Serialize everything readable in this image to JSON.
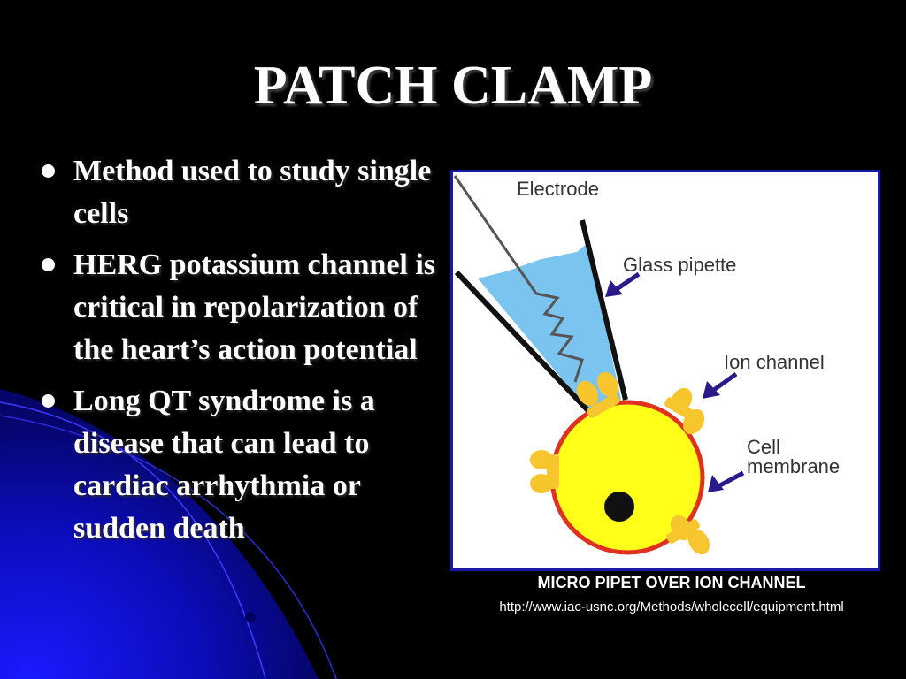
{
  "slide": {
    "title": "PATCH CLAMP",
    "bullets": [
      "Method used to study single cells",
      "HERG potassium channel is critical in repolarization of the heart’s action potential",
      "Long QT syndrome is a disease that can lead to cardiac arrhythmia or sudden death"
    ]
  },
  "figure": {
    "labels": {
      "electrode": "Electrode",
      "glass_pipette": "Glass pipette",
      "ion_channel": "Ion channel",
      "cell": "Cell",
      "membrane": "membrane"
    },
    "caption": "MICRO PIPET OVER ION CHANNEL",
    "source": "http://www.iac-usnc.org/Methods/wholecell/equipment.html"
  },
  "colors": {
    "background": "#000000",
    "accent_blue": "#1a1aa8",
    "cell_fill": "#ffff1a",
    "cell_outline": "#e03020",
    "channel": "#f7c52e",
    "solution": "#7cc4f0",
    "arrow": "#2a1a8a"
  }
}
